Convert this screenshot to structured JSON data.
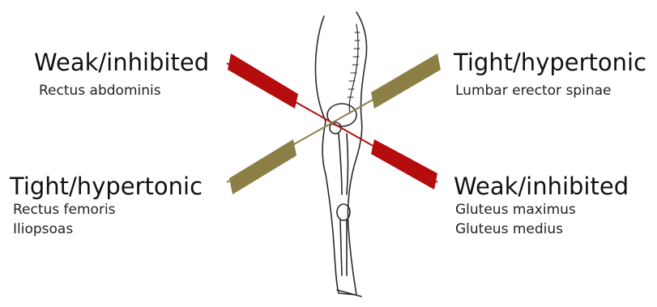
{
  "labels": {
    "top_left": {
      "title": "Weak/inhibited",
      "muscles": [
        "Rectus abdominis"
      ]
    },
    "top_right": {
      "title": "Tight/hypertonic",
      "muscles": [
        "Lumbar erector spinae"
      ]
    },
    "bottom_left": {
      "title": "Tight/hypertonic",
      "muscles": [
        "Rectus femoris",
        "Iliopsoas"
      ]
    },
    "bottom_right": {
      "title": "Weak/inhibited",
      "muscles": [
        "Gluteus maximus",
        "Gluteus medius"
      ]
    }
  },
  "colors": {
    "weak": "#b50d0d",
    "tight": "#8c7f46",
    "figure_outline": "#2a2a2a"
  }
}
